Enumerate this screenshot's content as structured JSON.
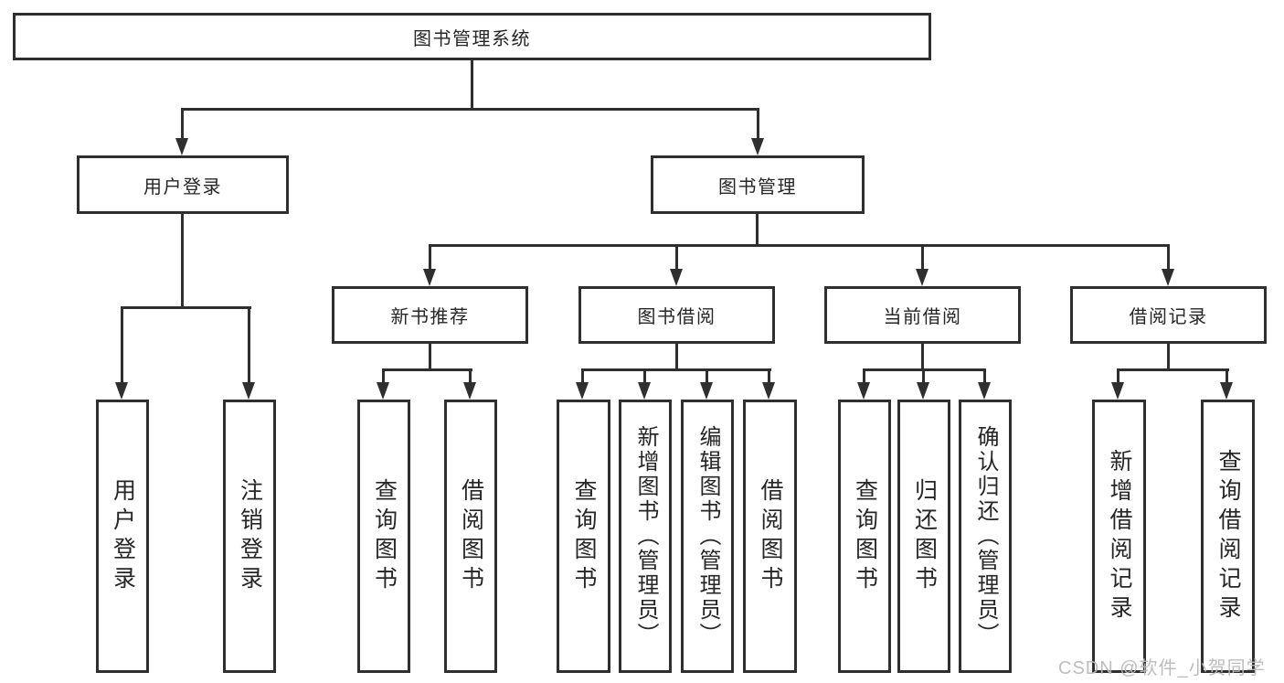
{
  "title": "图书管理系统",
  "level2": [
    {
      "id": "user-login",
      "label": "用户登录"
    },
    {
      "id": "book-management",
      "label": "图书管理"
    }
  ],
  "level3": [
    {
      "id": "new-book-recommend",
      "label": "新书推荐"
    },
    {
      "id": "book-borrow",
      "label": "图书借阅"
    },
    {
      "id": "current-borrow",
      "label": "当前借阅"
    },
    {
      "id": "borrow-record",
      "label": "借阅记录"
    }
  ],
  "leaves": [
    {
      "id": "user-login-leaf",
      "label": "用户登录"
    },
    {
      "id": "logout-leaf",
      "label": "注销登录"
    },
    {
      "id": "recommend-query-book",
      "label": "查询图书"
    },
    {
      "id": "recommend-borrow-book",
      "label": "借阅图书"
    },
    {
      "id": "borrow-query-book",
      "label": "查询图书"
    },
    {
      "id": "borrow-add-book",
      "label": "新增图书（管理员）"
    },
    {
      "id": "borrow-edit-book",
      "label": "编辑图书（管理员）"
    },
    {
      "id": "borrow-borrow-book",
      "label": "借阅图书"
    },
    {
      "id": "current-query-book",
      "label": "查询图书"
    },
    {
      "id": "current-return-book",
      "label": "归还图书"
    },
    {
      "id": "current-confirm-return",
      "label": "确认归还（管理员）"
    },
    {
      "id": "record-add",
      "label": "新增借阅记录"
    },
    {
      "id": "record-query",
      "label": "查询借阅记录"
    }
  ],
  "watermark": "CSDN @软件_小贺同学",
  "colors": {
    "border": "#2f2f2f",
    "text": "#262626",
    "line": "#2f2f2f",
    "watermark": "#b9b9b9",
    "background": "#ffffff"
  }
}
